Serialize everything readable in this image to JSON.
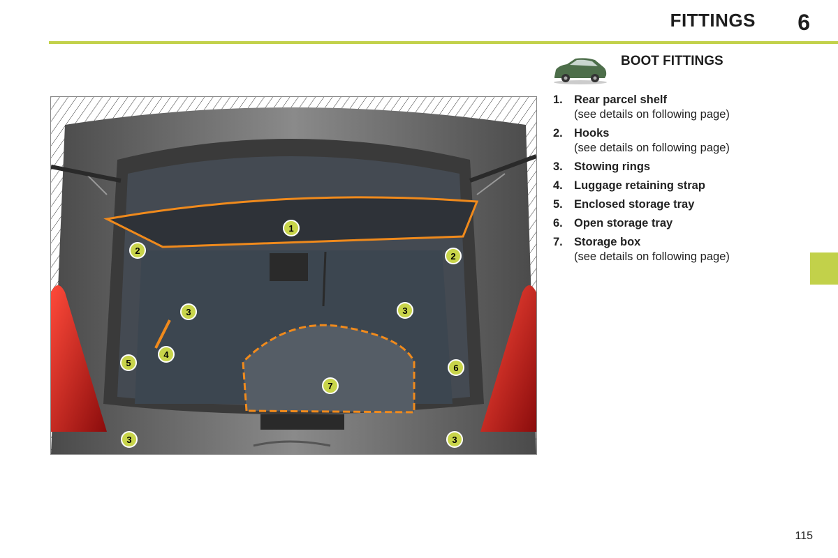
{
  "header": {
    "title": "FITTINGS",
    "chapter": "6"
  },
  "section": {
    "title": "BOOT FITTINGS",
    "icon": "car-icon"
  },
  "legend": [
    {
      "number": "1.",
      "label": "Rear parcel shelf",
      "note": "(see details on following page)"
    },
    {
      "number": "2.",
      "label": "Hooks",
      "note": "(see details on following page)"
    },
    {
      "number": "3.",
      "label": "Stowing rings",
      "note": ""
    },
    {
      "number": "4.",
      "label": "Luggage retaining strap",
      "note": ""
    },
    {
      "number": "5.",
      "label": "Enclosed storage tray",
      "note": ""
    },
    {
      "number": "6.",
      "label": "Open storage tray",
      "note": ""
    },
    {
      "number": "7.",
      "label": "Storage box",
      "note": "(see details on following page)"
    }
  ],
  "figure": {
    "callouts": [
      "1",
      "2",
      "2",
      "3",
      "3",
      "3",
      "3",
      "4",
      "5",
      "6",
      "7"
    ]
  },
  "page_number": "115",
  "colors": {
    "accent": "#c2d14a",
    "highlight": "#f08a1c",
    "callout_fill": "#c8d44a"
  }
}
